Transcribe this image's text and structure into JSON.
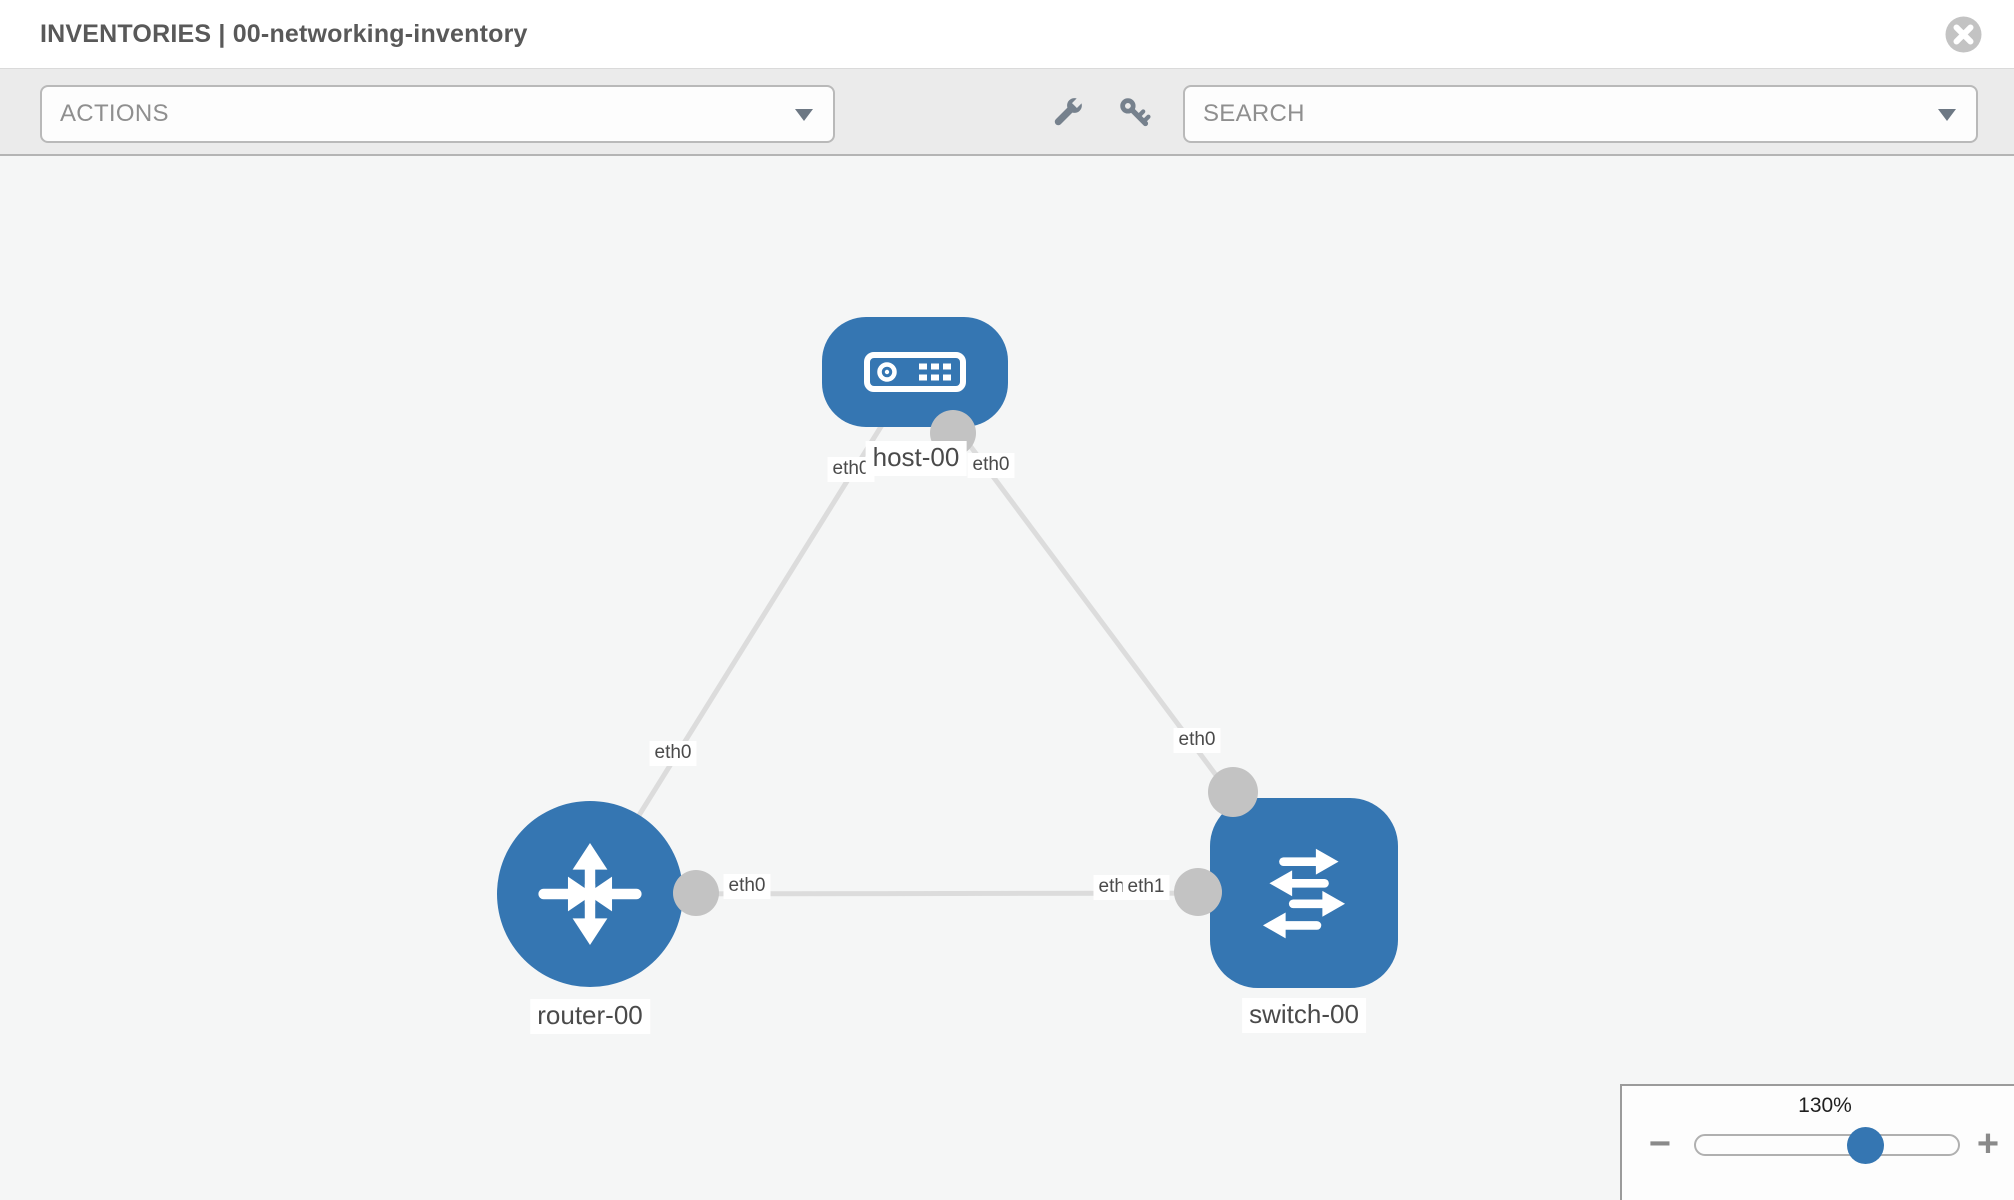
{
  "window": {
    "title": "INVENTORIES | 00-networking-inventory"
  },
  "toolbar": {
    "actions_label": "ACTIONS",
    "search_placeholder": "SEARCH",
    "icons": [
      "wrench-icon",
      "key-icon"
    ]
  },
  "topology": {
    "accent_color": "#3576b2",
    "link_color": "#dcdcdc",
    "port_color": "#c3c3c3",
    "nodes": [
      {
        "name": "host-00",
        "type": "host"
      },
      {
        "name": "router-00",
        "type": "router"
      },
      {
        "name": "switch-00",
        "type": "switch"
      }
    ],
    "links": [
      {
        "from": "host-00",
        "from_interface": "eth0",
        "to": "router-00",
        "to_interface": "eth0"
      },
      {
        "from": "host-00",
        "from_interface": "eth0",
        "to": "switch-00",
        "to_interface": "eth0"
      },
      {
        "from": "router-00",
        "from_interface": "eth0",
        "to": "switch-00",
        "to_interface": "eth1",
        "overlapped_label": "eth0"
      }
    ]
  },
  "zoom_control": {
    "percent_label": "130%",
    "minus_label": "−",
    "plus_label": "+"
  }
}
